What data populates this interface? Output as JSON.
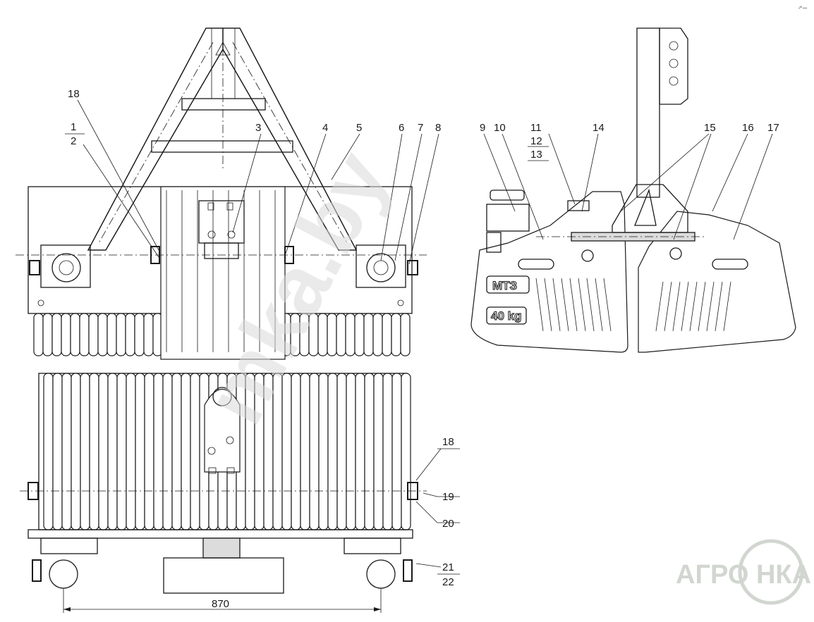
{
  "corner_note": "₈ᴹ ₈₈₈",
  "watermark_text": "mka.by",
  "logo": {
    "text": "АГРО НКА",
    "color": "#d2d6d0"
  },
  "views": {
    "front": {
      "callouts": [
        "18",
        "1",
        "2",
        "3",
        "4",
        "5",
        "6",
        "7",
        "8"
      ]
    },
    "side": {
      "callouts": [
        "9",
        "10",
        "11",
        "12",
        "13",
        "14",
        "15",
        "16",
        "17"
      ],
      "embossed_left": "МТЗ",
      "embossed_weight": "40 kg"
    },
    "top": {
      "callouts": [
        "18",
        "19",
        "20",
        "21",
        "22"
      ],
      "dimension": "870"
    }
  }
}
